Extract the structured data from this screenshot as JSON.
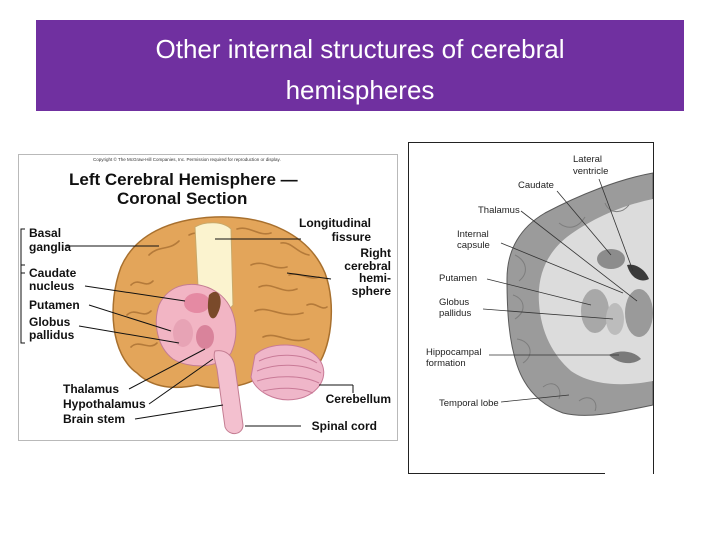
{
  "slide": {
    "title_line1": "Other internal structures of cerebral",
    "title_line2": "hemispheres",
    "banner_color": "#7030a0"
  },
  "figure_left": {
    "copyright": "Copyright © The McGraw-Hill Companies, Inc. Permission required for reproduction or display.",
    "title_line1": "Left Cerebral Hemisphere —",
    "title_line2": "Coronal Section",
    "labels": {
      "basal_ganglia_1": "Basal",
      "basal_ganglia_2": "ganglia",
      "caudate_1": "Caudate",
      "caudate_2": "nucleus",
      "putamen": "Putamen",
      "globus_1": "Globus",
      "globus_2": "pallidus",
      "thalamus": "Thalamus",
      "hypothalamus": "Hypothalamus",
      "brain_stem": "Brain stem",
      "longitudinal_1": "Longitudinal",
      "longitudinal_2": "fissure",
      "right_1": "Right",
      "right_2": "cerebral",
      "right_3": "hemi-",
      "right_4": "sphere",
      "cerebellum": "Cerebellum",
      "spinal_cord": "Spinal cord"
    }
  },
  "figure_right": {
    "labels": {
      "lateral_1": "Lateral",
      "lateral_2": "ventricle",
      "caudate": "Caudate",
      "thalamus": "Thalamus",
      "internal_1": "Internal",
      "internal_2": "capsule",
      "putamen": "Putamen",
      "globus_1": "Globus",
      "globus_2": "pallidus",
      "hippo_1": "Hippocampal",
      "hippo_2": "formation",
      "temporal": "Temporal lobe"
    }
  }
}
